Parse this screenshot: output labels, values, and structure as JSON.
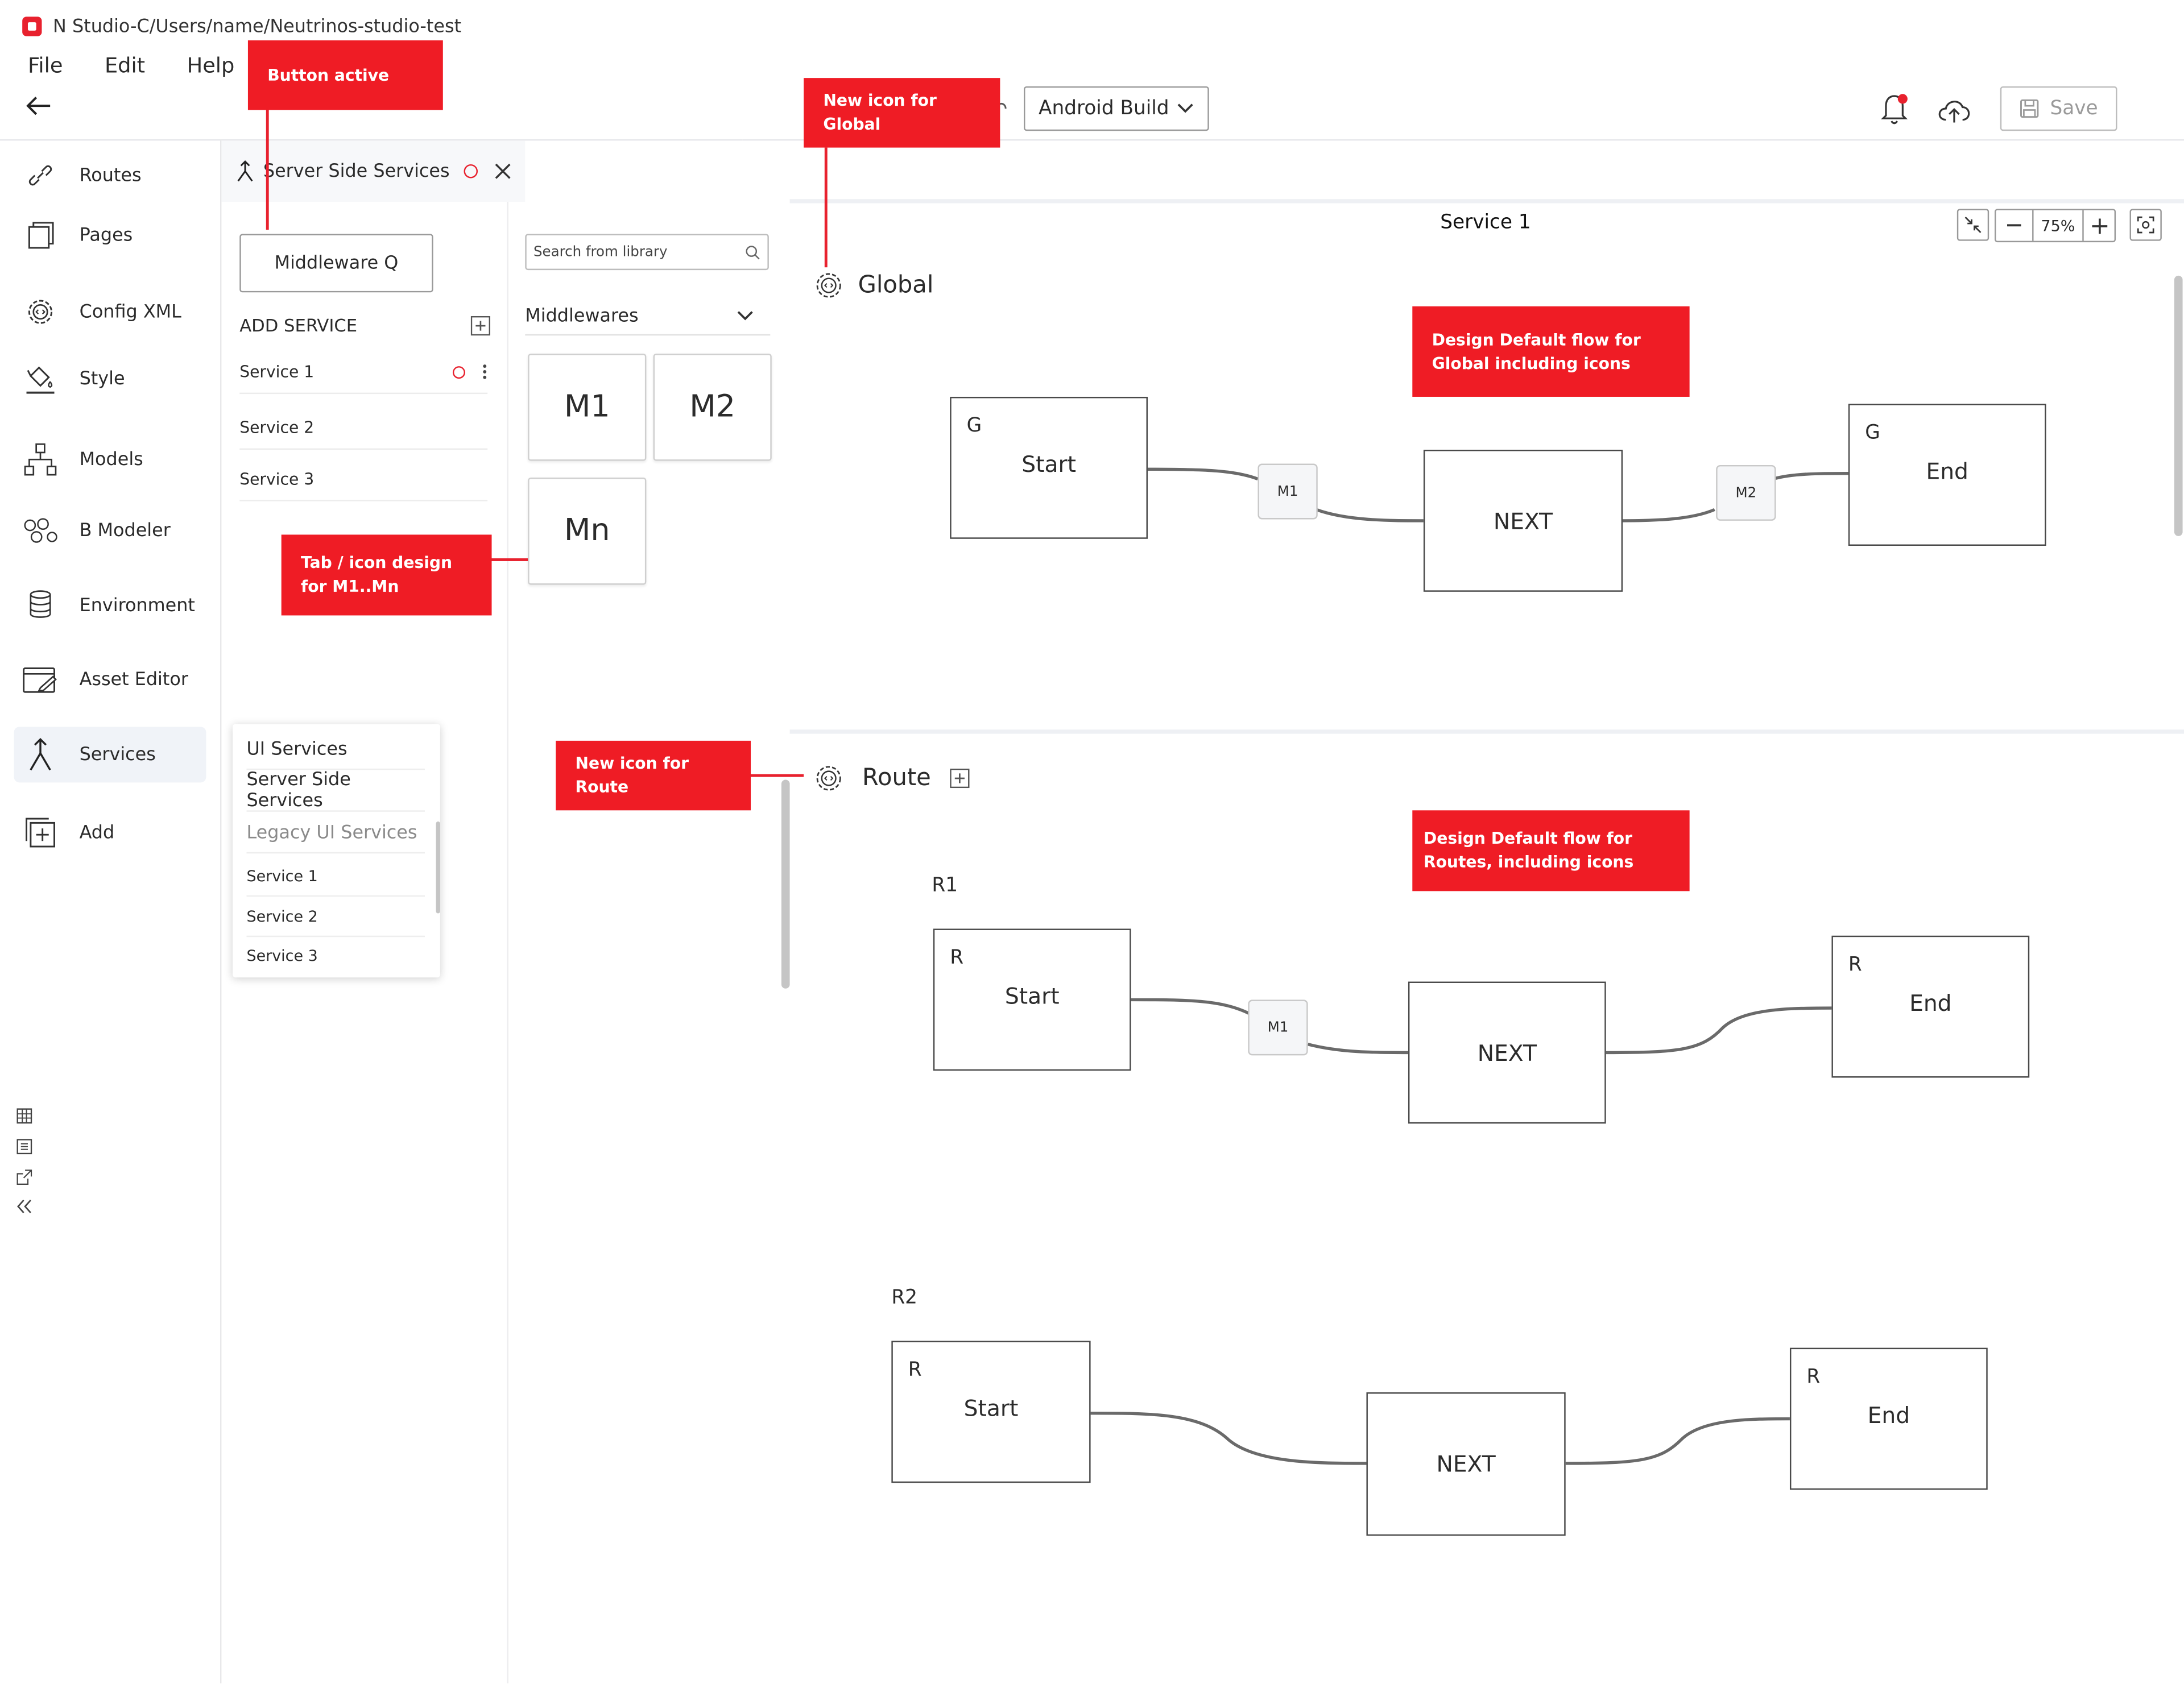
{
  "window": {
    "title": "N Studio-C/Users/name/Neutrinos-studio-test"
  },
  "menu": {
    "file": "File",
    "edit": "Edit",
    "help": "Help"
  },
  "toolbar": {
    "build_target": "Android Build",
    "save_label": "Save"
  },
  "sidebar": {
    "items": [
      {
        "label": "Routes",
        "icon": "link-icon"
      },
      {
        "label": "Pages",
        "icon": "pages-icon"
      },
      {
        "label": "Config XML",
        "icon": "gear-code-icon"
      },
      {
        "label": "Style",
        "icon": "paint-bucket-icon"
      },
      {
        "label": "Models",
        "icon": "hierarchy-icon"
      },
      {
        "label": "B Modeler",
        "icon": "nodes-icon"
      },
      {
        "label": "Environment",
        "icon": "database-icon"
      },
      {
        "label": "Asset Editor",
        "icon": "asset-icon"
      },
      {
        "label": "Services",
        "icon": "merge-arrow-icon"
      },
      {
        "label": "Add",
        "icon": "plus-square-icon"
      }
    ],
    "active": "Services"
  },
  "panel": {
    "tab_label": "Server Side Services",
    "middleware_button": "Middleware Q",
    "add_service_label": "ADD SERVICE",
    "services": [
      "Service 1",
      "Service 2",
      "Service 3"
    ]
  },
  "library": {
    "search_placeholder": "Search from library",
    "category": "Middlewares",
    "tiles": [
      "M1",
      "M2",
      "Mn"
    ]
  },
  "dropdown": {
    "items": [
      "UI Services",
      "Server Side Services",
      "Legacy UI Services"
    ],
    "services": [
      "Service 1",
      "Service 2",
      "Service 3"
    ]
  },
  "canvas": {
    "title": "Service 1",
    "zoom": "75%",
    "global": {
      "label": "Global",
      "start": {
        "letter": "G",
        "label": "Start"
      },
      "next": "NEXT",
      "end": {
        "letter": "G",
        "label": "End"
      },
      "chips": [
        "M1",
        "M2"
      ]
    },
    "route": {
      "label": "Route",
      "r1": {
        "label": "R1",
        "start": {
          "letter": "R",
          "label": "Start"
        },
        "next": "NEXT",
        "end": {
          "letter": "R",
          "label": "End"
        },
        "chips": [
          "M1"
        ]
      },
      "r2": {
        "label": "R2",
        "start": {
          "letter": "R",
          "label": "Start"
        },
        "next": "NEXT",
        "end": {
          "letter": "R",
          "label": "End"
        }
      }
    }
  },
  "annotations": {
    "button_active": "Button active",
    "new_icon_global": "New icon for Global",
    "tab_icon_design": "Tab / icon design for M1..Mn",
    "new_icon_route": "New icon for Route",
    "design_global": "Design Default flow for Global including icons",
    "design_routes": "Design Default flow for Routes, including icons"
  },
  "colors": {
    "accent": "#ef1c25",
    "active_bg": "#f0f3f8",
    "node_border": "#4a4a4a"
  }
}
